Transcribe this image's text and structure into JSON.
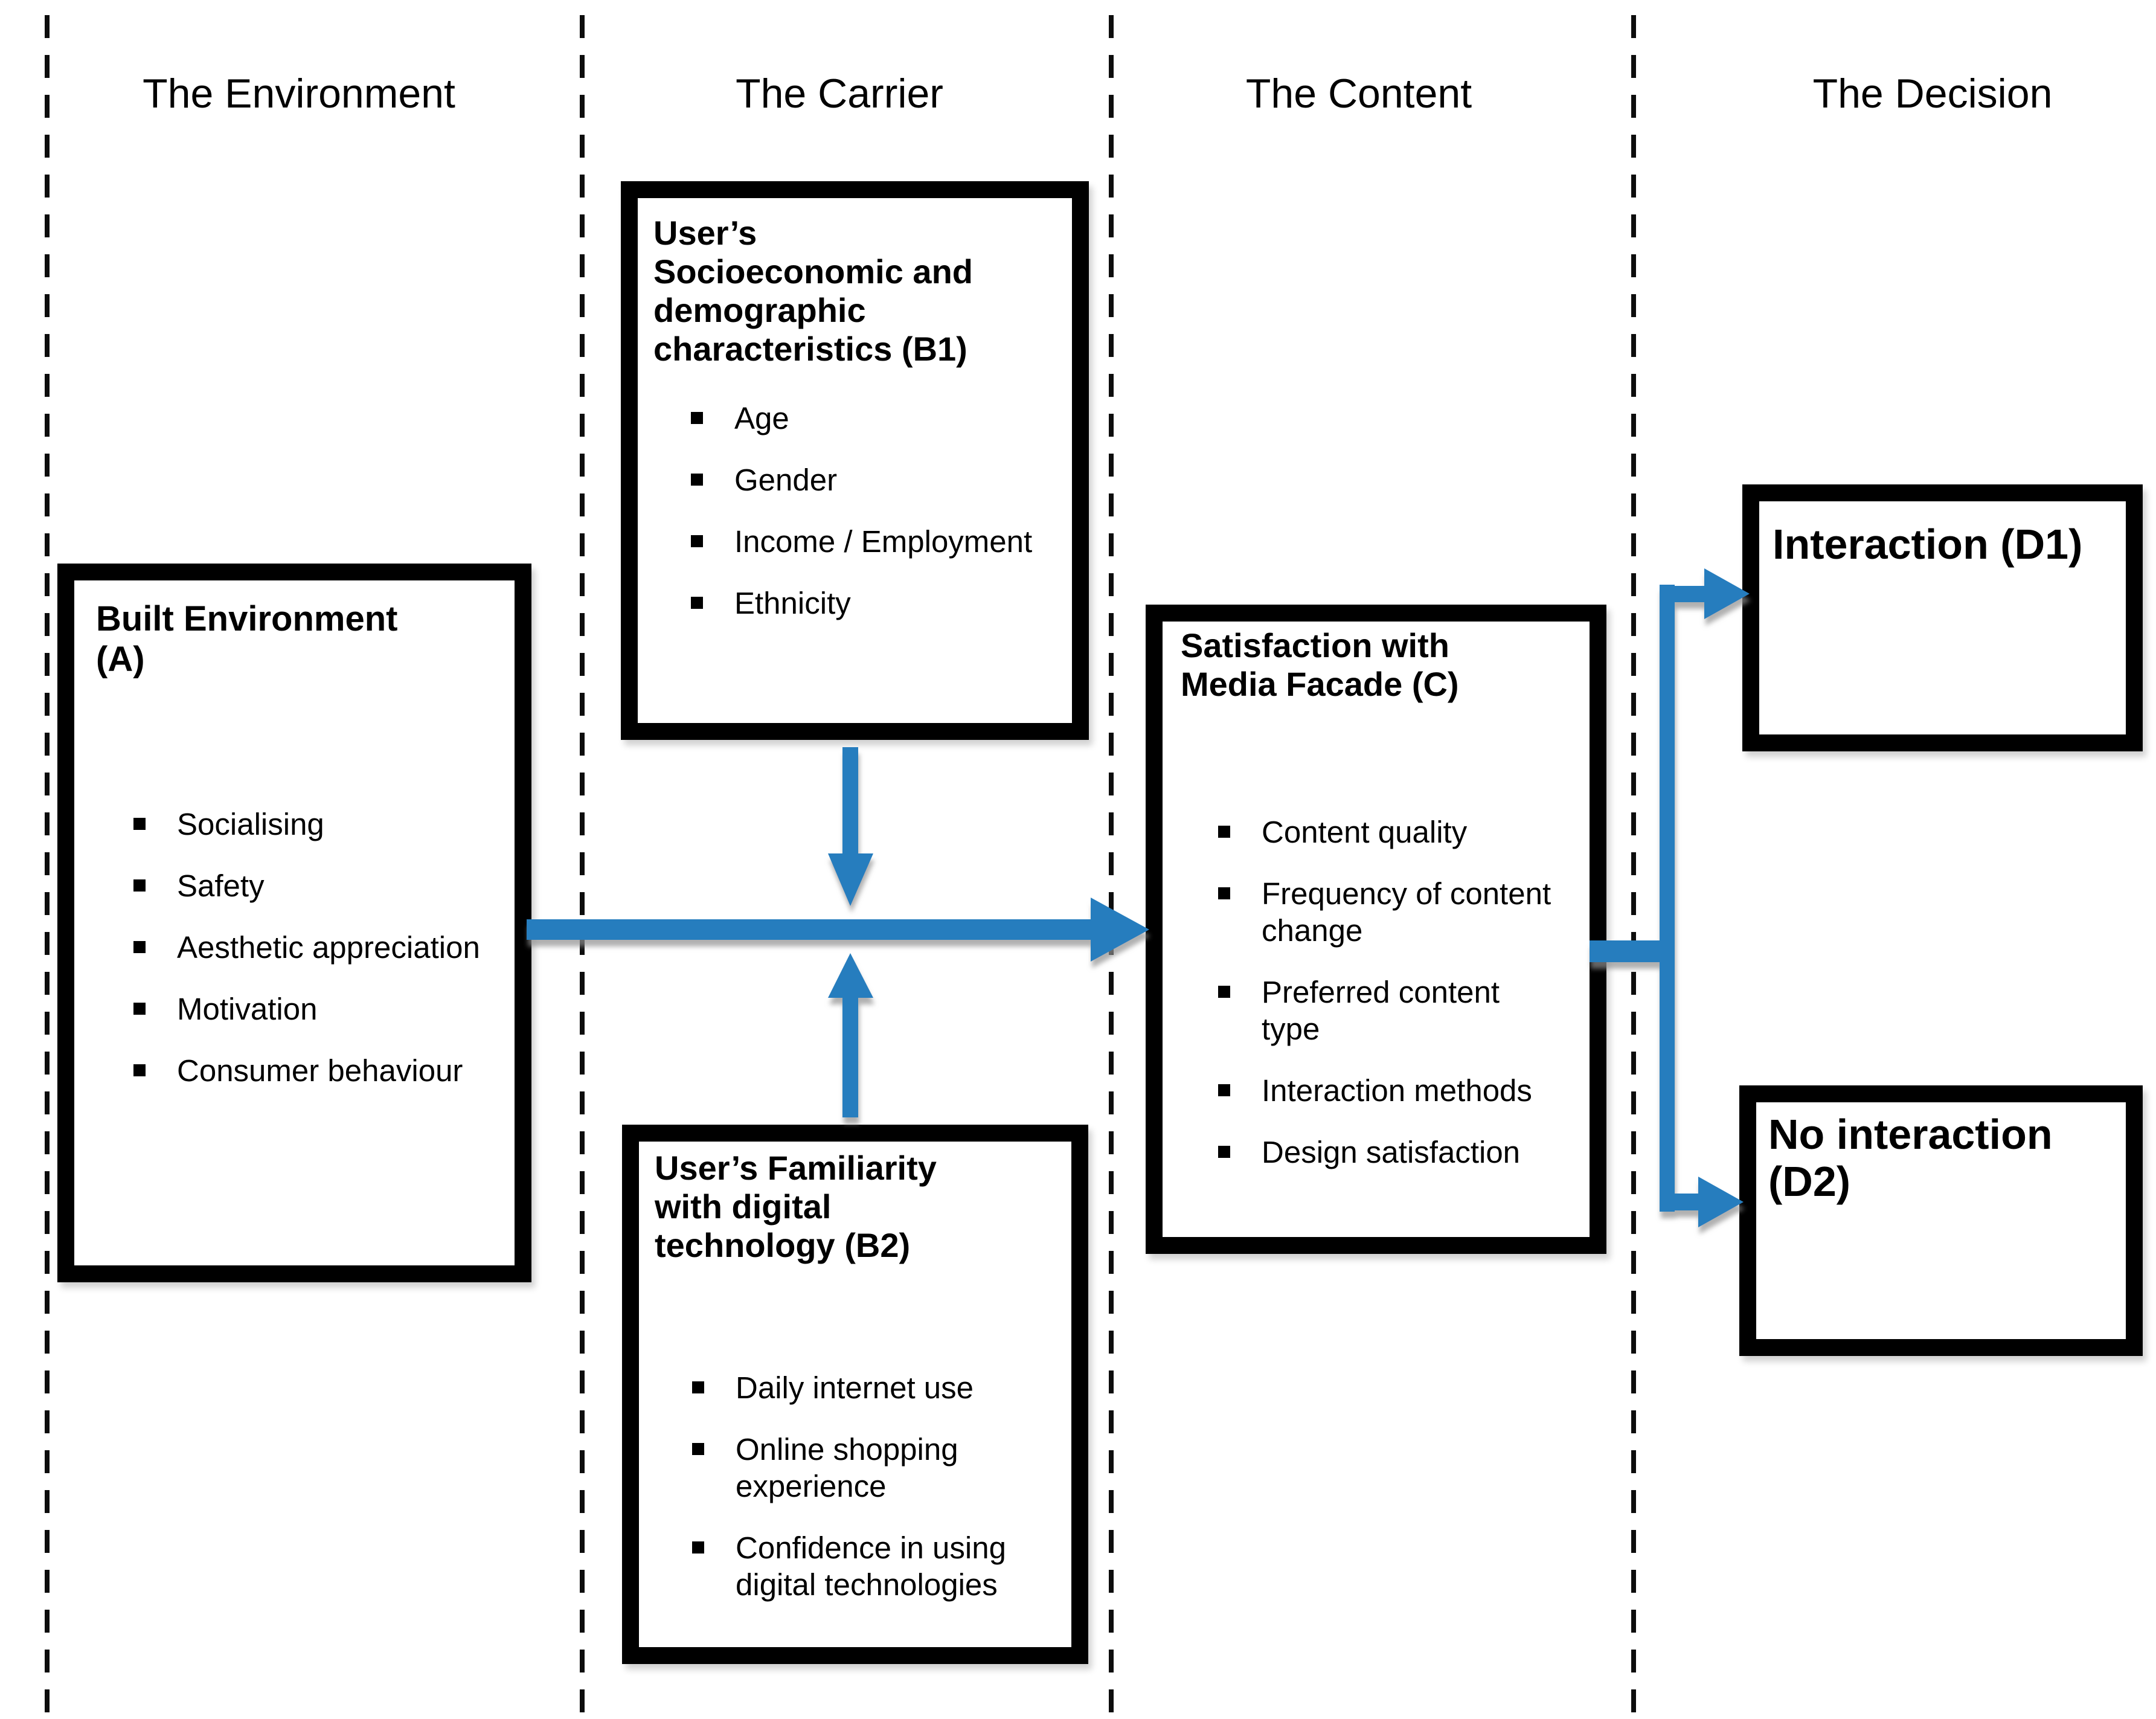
{
  "columns": [
    {
      "label": "The Environment"
    },
    {
      "label": "The Carrier"
    },
    {
      "label": "The Content"
    },
    {
      "label": "The Decision"
    }
  ],
  "boxes": {
    "a": {
      "title": "Built Environment (A)",
      "items": [
        "Socialising",
        "Safety",
        "Aesthetic appreciation",
        "Motivation",
        "Consumer behaviour"
      ]
    },
    "b1": {
      "title": "User’s Socioeconomic and demographic characteristics (B1)",
      "items": [
        "Age",
        "Gender",
        "Income / Employment",
        "Ethnicity"
      ]
    },
    "b2": {
      "title": "User’s Familiarity with digital technology (B2)",
      "items": [
        "Daily internet use",
        "Online shopping experience",
        "Confidence in using digital technologies"
      ]
    },
    "c": {
      "title": "Satisfaction with Media Facade (C)",
      "items": [
        "Content quality",
        "Frequency of content change",
        "Preferred content type",
        "Interaction methods",
        "Design satisfaction"
      ]
    },
    "d1": {
      "title": "Interaction (D1)"
    },
    "d2": {
      "title": "No interaction (D2)"
    }
  },
  "colors": {
    "arrow_blue": "#287DBE",
    "line_black": "#000000"
  }
}
